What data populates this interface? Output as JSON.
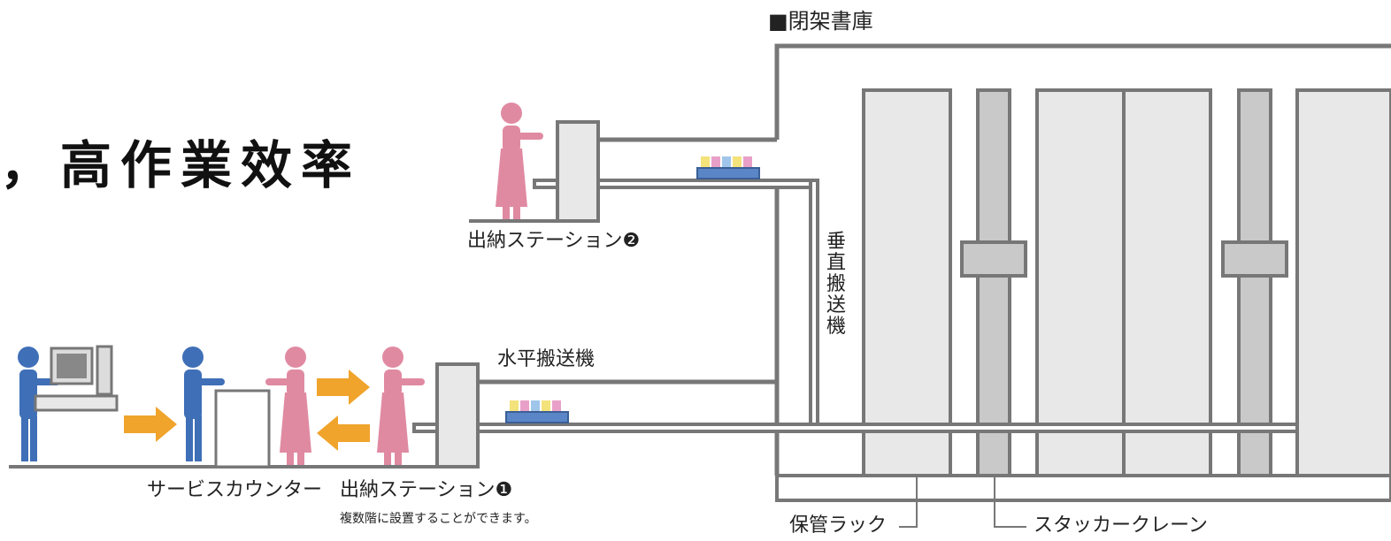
{
  "headline": "，高作業效率",
  "labels": {
    "closed_stacks": "■閉架書庫",
    "station2": "出納ステーション❷",
    "vertical_conveyor": "垂直搬送機",
    "horizontal_conveyor": "水平搬送機",
    "service_counter": "サービスカウンター",
    "station1": "出納ステーション❶",
    "station1_note": "複数階に設置することができます。",
    "storage_rack": "保管ラック",
    "stacker_crane": "スタッカークレーン"
  },
  "colors": {
    "staff_blue": "#3f6fb7",
    "user_pink": "#e08aa2",
    "arrow_orange": "#f0a42c",
    "frame_gray": "#777777",
    "rack_fill": "#e8e8e8",
    "crane_fill": "#c9c9c9",
    "tray_blue": "#5a86c8"
  }
}
